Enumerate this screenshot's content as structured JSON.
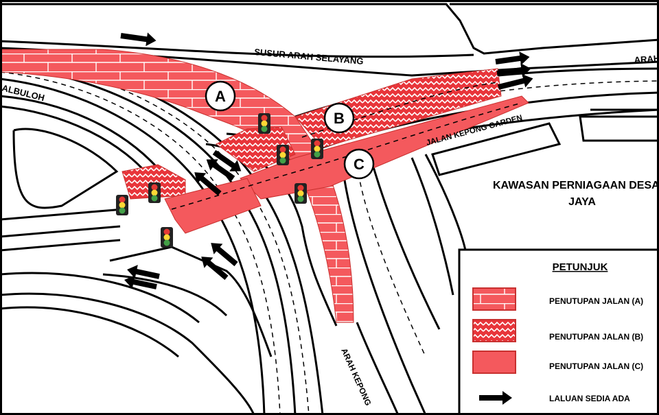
{
  "colors": {
    "closure_red": "#f4595d",
    "closure_red_dark": "#c8302f",
    "zigzag_stroke": "#ffffff",
    "road_line": "#000000",
    "background": "#ffffff"
  },
  "road_labels": {
    "susur_selayang": "SUSUR ARAH SELAYANG",
    "arah_top_right": "ARAH",
    "sungai_buloh": "ALBULOH",
    "jalan_kepong_garden": "JALAN KEPONG GARDEN",
    "arah_kepong": "ARAH KEPONG"
  },
  "district": {
    "line1": "KAWASAN PERNIAGAAN DESA",
    "line2": "JAYA"
  },
  "zones": {
    "a": "A",
    "b": "B",
    "c": "C"
  },
  "legend": {
    "title": "PETUNJUK",
    "items": [
      {
        "label": "PENUTUPAN JALAN (A)",
        "pattern": "brick"
      },
      {
        "label": "PENUTUPAN JALAN (B)",
        "pattern": "zigzag"
      },
      {
        "label": "PENUTUPAN JALAN (C)",
        "pattern": "solid"
      },
      {
        "label": "LALUAN SEDIA ADA",
        "pattern": "arrow"
      }
    ]
  },
  "icons": {
    "traffic_light": "traffic-light-icon",
    "route_arrow": "arrow-right-icon"
  }
}
